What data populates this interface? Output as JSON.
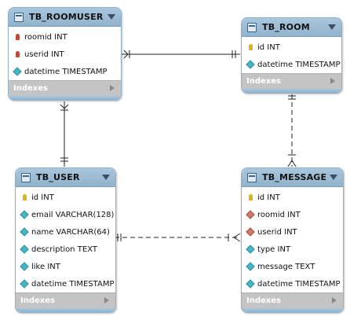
{
  "tables": {
    "roomuser": {
      "name": "TB_ROOMUSER",
      "columns": [
        {
          "text": "roomid INT",
          "kind": "fk-key"
        },
        {
          "text": "userid INT",
          "kind": "fk-key"
        },
        {
          "text": "datetime TIMESTAMP",
          "kind": "attr"
        }
      ],
      "indexes_label": "Indexes"
    },
    "room": {
      "name": "TB_ROOM",
      "columns": [
        {
          "text": "id INT",
          "kind": "pk"
        },
        {
          "text": "datetime TIMESTAMP",
          "kind": "attr"
        }
      ],
      "indexes_label": "Indexes"
    },
    "user": {
      "name": "TB_USER",
      "columns": [
        {
          "text": "id INT",
          "kind": "pk"
        },
        {
          "text": "email VARCHAR(128)",
          "kind": "attr"
        },
        {
          "text": "name VARCHAR(64)",
          "kind": "attr"
        },
        {
          "text": "description TEXT",
          "kind": "attr"
        },
        {
          "text": "like INT",
          "kind": "attr"
        },
        {
          "text": "datetime TIMESTAMP",
          "kind": "attr"
        }
      ],
      "indexes_label": "Indexes"
    },
    "message": {
      "name": "TB_MESSAGE",
      "columns": [
        {
          "text": "id INT",
          "kind": "pk"
        },
        {
          "text": "roomid INT",
          "kind": "fk"
        },
        {
          "text": "userid INT",
          "kind": "fk"
        },
        {
          "text": "type INT",
          "kind": "attr"
        },
        {
          "text": "message TEXT",
          "kind": "attr"
        },
        {
          "text": "datetime TIMESTAMP",
          "kind": "attr"
        }
      ],
      "indexes_label": "Indexes"
    }
  },
  "colors": {
    "header": "#a9c6dc",
    "border": "#8fb0c8",
    "indexes": "#c4c4c4",
    "pk_key": "#e2b21b",
    "fk_key": "#c04a3a",
    "attribute": "#47b6c5"
  }
}
